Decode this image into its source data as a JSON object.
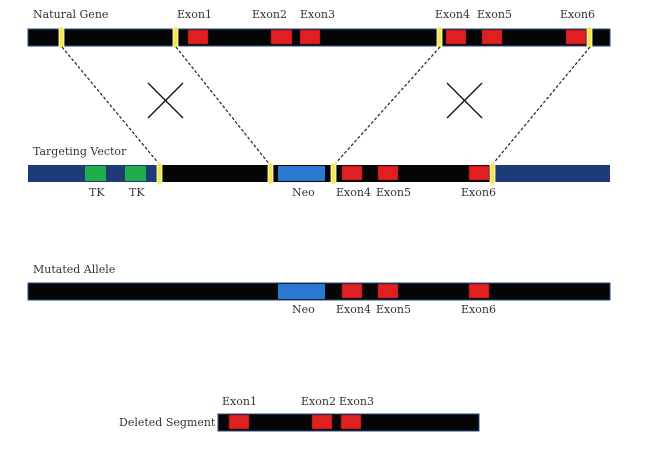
{
  "tracks": {
    "natural_gene": {
      "title": "Natural Gene",
      "exon_labels": [
        "Exon1",
        "Exon2",
        "Exon3",
        "Exon4",
        "Exon5",
        "Exon6"
      ]
    },
    "targeting_vector": {
      "title": "Targeting Vector",
      "tk_labels": [
        "TK",
        "TK"
      ],
      "neo_label": "Neo",
      "exon_labels": [
        "Exon4",
        "Exon5",
        "Exon6"
      ]
    },
    "mutated_allele": {
      "title": "Mutated Allele",
      "neo_label": "Neo",
      "exon_labels": [
        "Exon4",
        "Exon5",
        "Exon6"
      ]
    },
    "deleted_segment": {
      "title": "Deleted Segment",
      "exon_labels": [
        "Exon1",
        "Exon2",
        "Exon3"
      ]
    }
  },
  "colors": {
    "exon": "#e02020",
    "tk": "#1fae4a",
    "neo": "#2a78d0",
    "vector_backbone": "#1e3a78",
    "homology_marker": "#f2e84a",
    "chromosome": "#050505"
  }
}
